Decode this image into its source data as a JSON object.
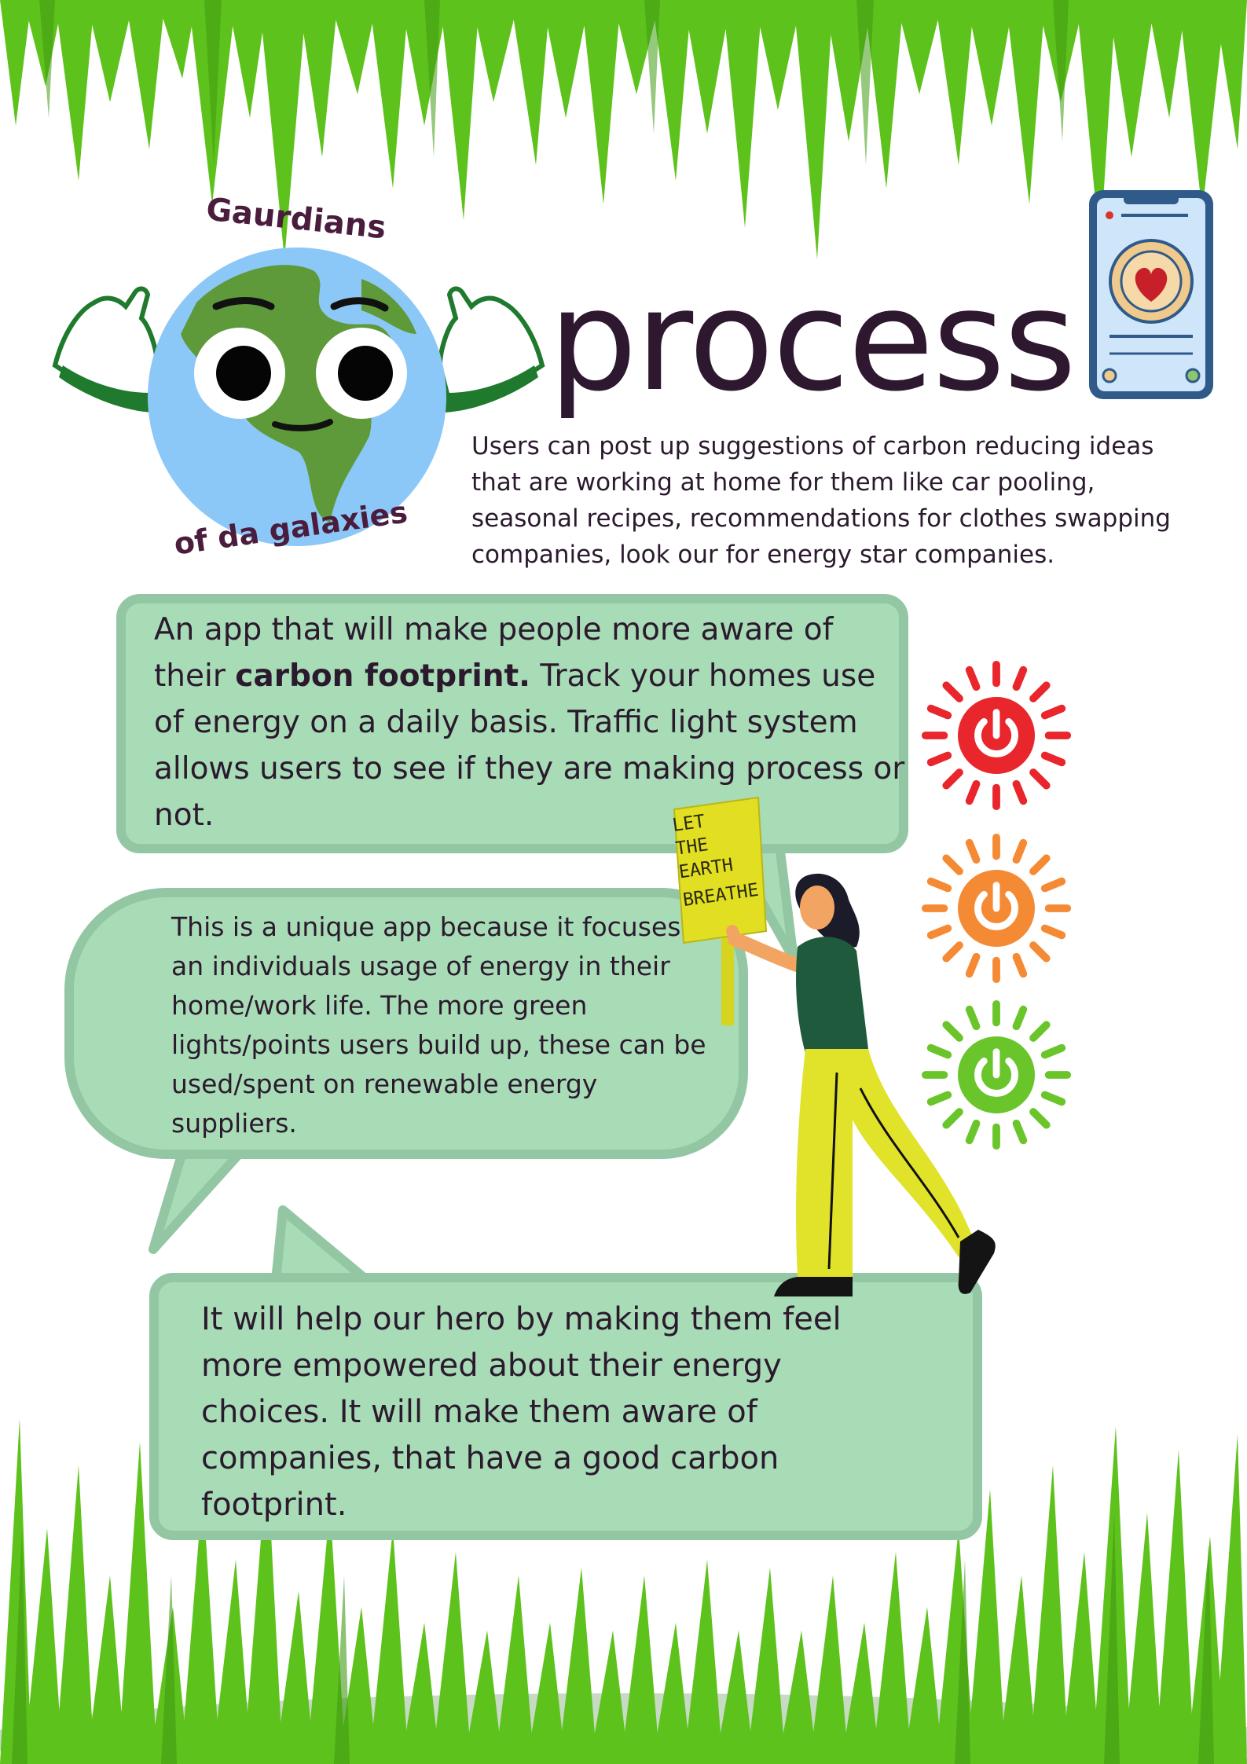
{
  "logo": {
    "text_top": "Gaurdians",
    "text_bottom": "of da galaxies"
  },
  "title": "process",
  "intro": "Users can post up suggestions of carbon reducing ideas that are working at home for them like car pooling, seasonal recipes, recommendations for clothes swapping companies, look our for energy star companies.",
  "box1": {
    "line_start": "An app that will make people more aware of their",
    "bold": "carbon footprint.",
    "line_end": "Track your homes use of energy on a daily basis. Traffic light system allows users to see if they are making process or not."
  },
  "box2": {
    "text": "This is a unique app because it focuses on an individuals usage of energy in their home/work life. The more green lights/points users build up, these can be used/spent on renewable energy suppliers."
  },
  "box3": {
    "text": "It will help our hero by making them feel more empowered about their energy choices. It will make them aware of companies, that have a good carbon footprint."
  },
  "sign": {
    "line1": "LET",
    "line2": "THE",
    "line3": "EARTH",
    "line4": "BREATHE"
  },
  "icons": [
    "earth-mascot-icon",
    "phone-heart-icon",
    "power-red-icon",
    "power-orange-icon",
    "power-green-icon",
    "person-with-sign-icon"
  ],
  "colors": {
    "grass": "#5ec21c",
    "box_fill": "#a8dcb6",
    "box_border": "#93c7a3",
    "red": "#e8262b",
    "orange": "#f58a35",
    "green": "#6ac52a",
    "text": "#2b1a2e"
  }
}
